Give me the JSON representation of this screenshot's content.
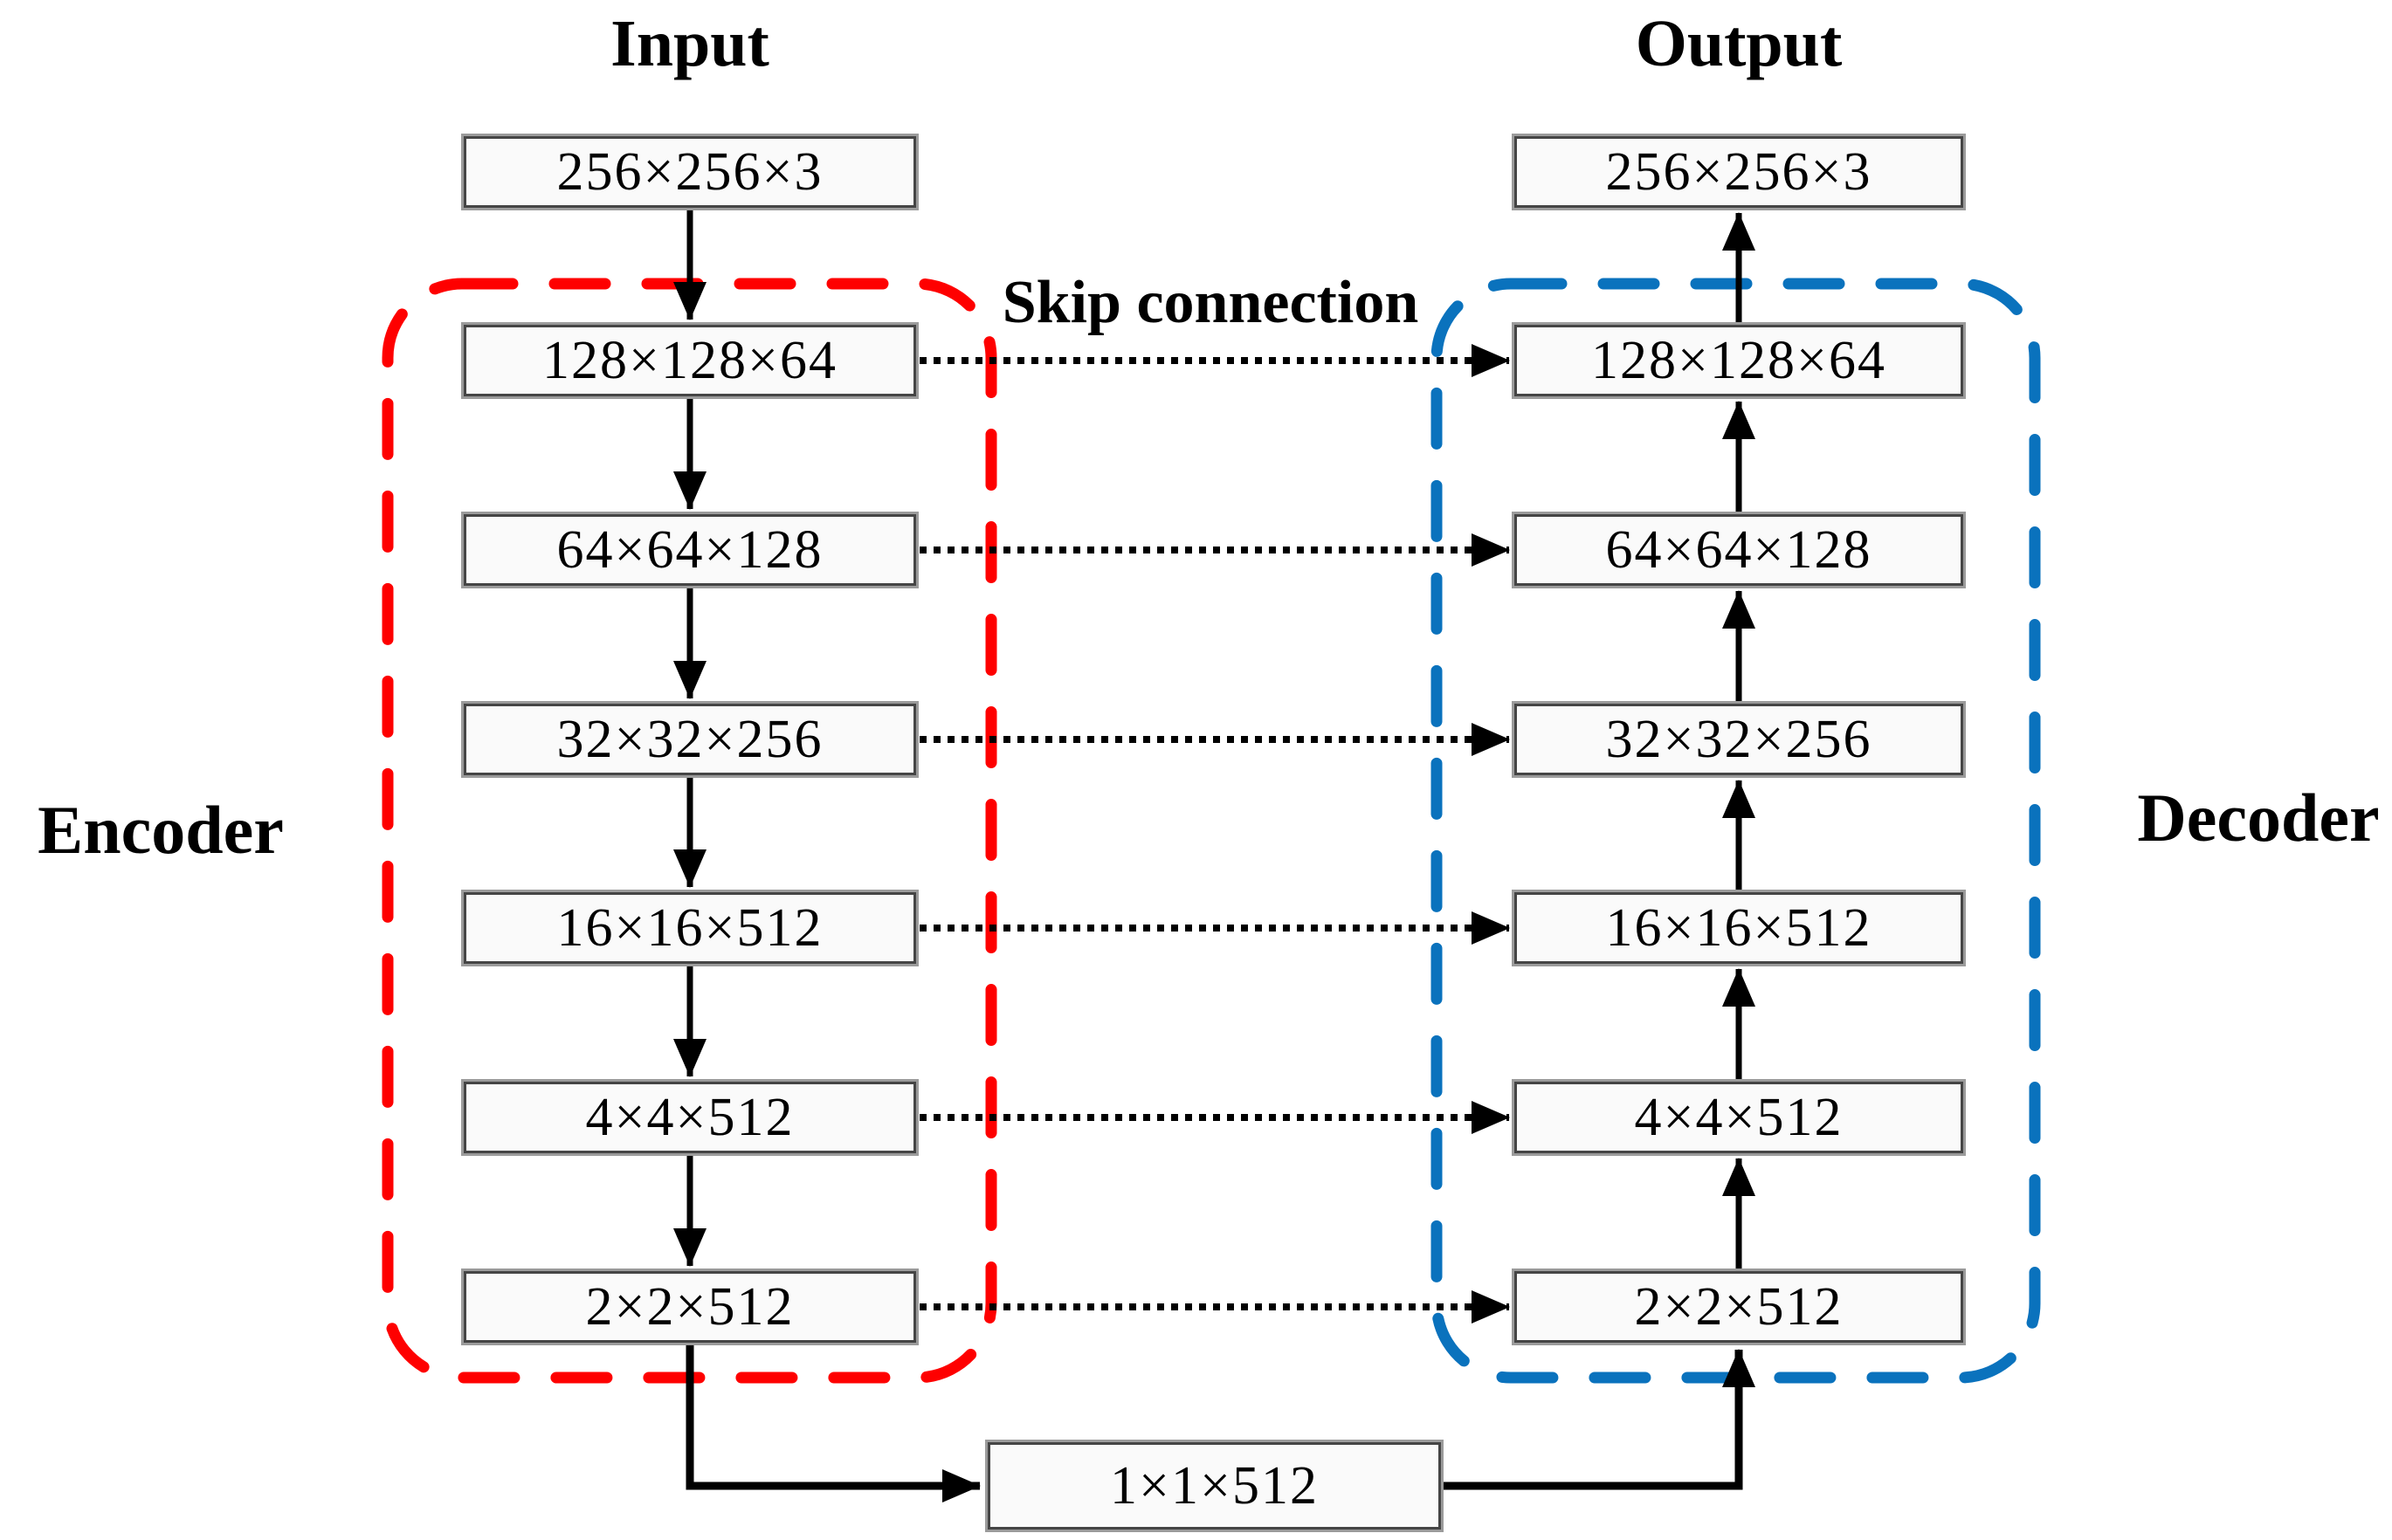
{
  "diagram": {
    "titles": {
      "input": "Input",
      "output": "Output",
      "skip_connection": "Skip connection",
      "encoder": "Encoder",
      "decoder": "Decoder"
    },
    "layers": {
      "input": "256×256×3",
      "output": "256×256×3",
      "bottleneck": "1×1×512",
      "encoder": [
        "128×128×64",
        "64×64×128",
        "32×32×256",
        "16×16×512",
        "4×4×512",
        "2×2×512"
      ],
      "decoder": [
        "128×128×64",
        "64×64×128",
        "32×32×256",
        "16×16×512",
        "4×4×512",
        "2×2×512"
      ]
    },
    "colors": {
      "encoder_boundary": "#fe0000",
      "decoder_boundary": "#0a72bd",
      "arrow": "#000000",
      "box_border": "#454545",
      "box_fill": "#fafafa"
    }
  }
}
